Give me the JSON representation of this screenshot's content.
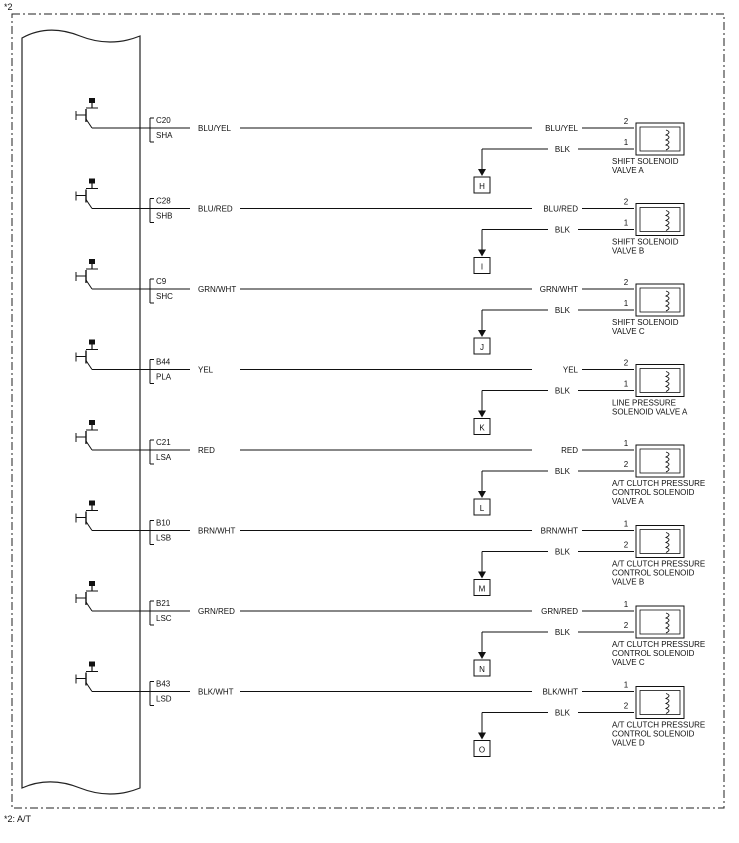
{
  "header": {
    "mark": "*2"
  },
  "footnote": "*2: A/T",
  "circuits": [
    {
      "connector": "C20",
      "terminal": "SHA",
      "wire_left": "BLU/YEL",
      "wire_right": "BLU/YEL",
      "top_pin": "2",
      "bottom_pin": "1",
      "ground_wire": "BLK",
      "ground_label": "H",
      "valve_lines": [
        "SHIFT SOLENOID",
        "VALVE A"
      ]
    },
    {
      "connector": "C28",
      "terminal": "SHB",
      "wire_left": "BLU/RED",
      "wire_right": "BLU/RED",
      "top_pin": "2",
      "bottom_pin": "1",
      "ground_wire": "BLK",
      "ground_label": "I",
      "valve_lines": [
        "SHIFT SOLENOID",
        "VALVE B"
      ]
    },
    {
      "connector": "C9",
      "terminal": "SHC",
      "wire_left": "GRN/WHT",
      "wire_right": "GRN/WHT",
      "top_pin": "2",
      "bottom_pin": "1",
      "ground_wire": "BLK",
      "ground_label": "J",
      "valve_lines": [
        "SHIFT SOLENOID",
        "VALVE C"
      ]
    },
    {
      "connector": "B44",
      "terminal": "PLA",
      "wire_left": "YEL",
      "wire_right": "YEL",
      "top_pin": "2",
      "bottom_pin": "1",
      "ground_wire": "BLK",
      "ground_label": "K",
      "valve_lines": [
        "LINE PRESSURE",
        "SOLENOID VALVE A"
      ]
    },
    {
      "connector": "C21",
      "terminal": "LSA",
      "wire_left": "RED",
      "wire_right": "RED",
      "top_pin": "1",
      "bottom_pin": "2",
      "ground_wire": "BLK",
      "ground_label": "L",
      "valve_lines": [
        "A/T CLUTCH PRESSURE",
        "CONTROL SOLENOID",
        "VALVE A"
      ]
    },
    {
      "connector": "B10",
      "terminal": "LSB",
      "wire_left": "BRN/WHT",
      "wire_right": "BRN/WHT",
      "top_pin": "1",
      "bottom_pin": "2",
      "ground_wire": "BLK",
      "ground_label": "M",
      "valve_lines": [
        "A/T CLUTCH PRESSURE",
        "CONTROL SOLENOID",
        "VALVE B"
      ]
    },
    {
      "connector": "B21",
      "terminal": "LSC",
      "wire_left": "GRN/RED",
      "wire_right": "GRN/RED",
      "top_pin": "1",
      "bottom_pin": "2",
      "ground_wire": "BLK",
      "ground_label": "N",
      "valve_lines": [
        "A/T CLUTCH PRESSURE",
        "CONTROL SOLENOID",
        "VALVE C"
      ]
    },
    {
      "connector": "B43",
      "terminal": "LSD",
      "wire_left": "BLK/WHT",
      "wire_right": "BLK/WHT",
      "top_pin": "1",
      "bottom_pin": "2",
      "ground_wire": "BLK",
      "ground_label": "O",
      "valve_lines": [
        "A/T CLUTCH PRESSURE",
        "CONTROL SOLENOID",
        "VALVE D"
      ]
    }
  ]
}
